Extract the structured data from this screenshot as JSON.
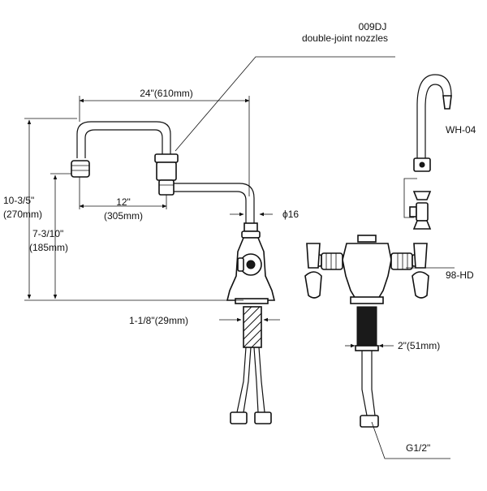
{
  "labels": {
    "model": "009DJ",
    "model_desc": "double-joint nozzles",
    "spout_width": "24\"(610mm)",
    "spout_reach": "12\"",
    "spout_reach_mm": "(305mm)",
    "total_height": "10-3/5\"",
    "total_height_mm": "(270mm)",
    "outlet_height": "7-3/10\"",
    "outlet_height_mm": "(185mm)",
    "phi": "ϕ16",
    "shank": "1-1/8\"(29mm)",
    "wh": "WH-04",
    "hd": "98-HD",
    "body_width": "2\"(51mm)",
    "thread": "G1/2\""
  },
  "colors": {
    "line": "#111111",
    "background": "#ffffff"
  }
}
